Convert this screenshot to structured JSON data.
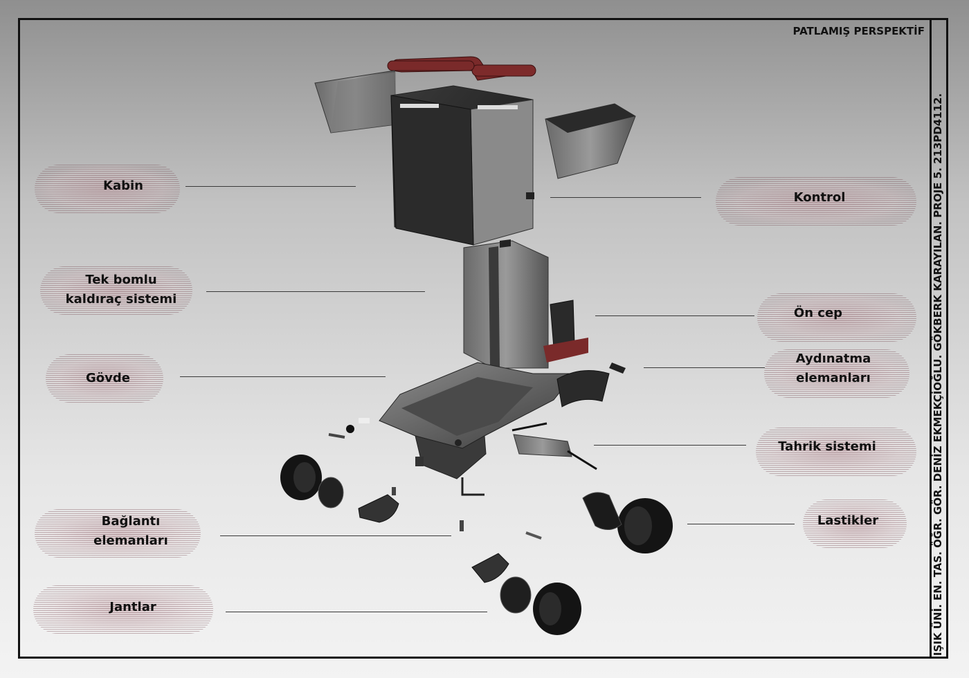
{
  "header": {
    "title": "PATLAMIŞ PERSPEKTİF",
    "side_caption": "IŞIK ÜNİ. EN. TAS. ÖĞR. GÖR. DENİZ EKMEKÇİOĞLU. GÖKBERK KARAYILAN. PROJE 5. 213PD4112."
  },
  "labels": {
    "kabin": "Kabin",
    "tek_bomlu_1": "Tek bomlu",
    "tek_bomlu_2": "kaldıraç sistemi",
    "govde": "Gövde",
    "baglanti_1": "Bağlantı",
    "baglanti_2": "elemanları",
    "jantlar": "Jantlar",
    "kontrol": "Kontrol",
    "on_cep": "Ön cep",
    "aydinatma_1": "Aydınatma",
    "aydinatma_2": "elemanları",
    "tahrik": "Tahrik sistemi",
    "lastikler": "Lastikler"
  },
  "colors": {
    "frame": "#111111",
    "handle": "#7a2a2a",
    "metal": "#5a5a5a",
    "dark": "#1e1e1e"
  }
}
